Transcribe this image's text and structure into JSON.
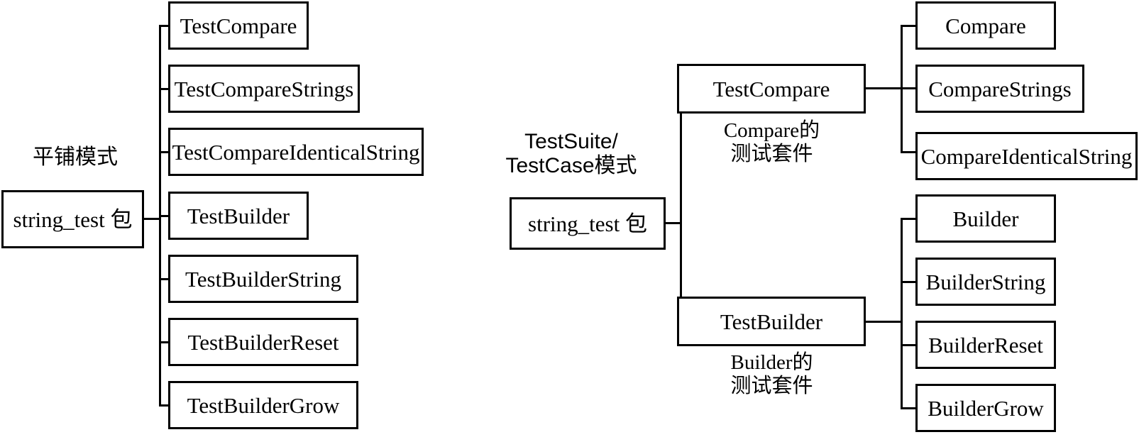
{
  "diagram": {
    "title_left": "平铺模式",
    "title_right": "TestSuite/\nTestCase模式",
    "left_tree": {
      "root": "string_test 包",
      "children": [
        "TestCompare",
        "TestCompareStrings",
        "TestCompareIdenticalString",
        "TestBuilder",
        "TestBuilderString",
        "TestBuilderReset",
        "TestBuilderGrow"
      ]
    },
    "right_tree": {
      "root": "string_test 包",
      "suites": [
        {
          "name": "TestCompare",
          "caption": "Compare的\n测试套件",
          "cases": [
            "Compare",
            "CompareStrings",
            "CompareIdenticalString"
          ]
        },
        {
          "name": "TestBuilder",
          "caption": "Builder的\n测试套件",
          "cases": [
            "Builder",
            "BuilderString",
            "BuilderReset",
            "BuilderGrow"
          ]
        }
      ]
    },
    "colors": {
      "stroke": "#000000",
      "fill": "#ffffff",
      "text": "#000000"
    }
  }
}
